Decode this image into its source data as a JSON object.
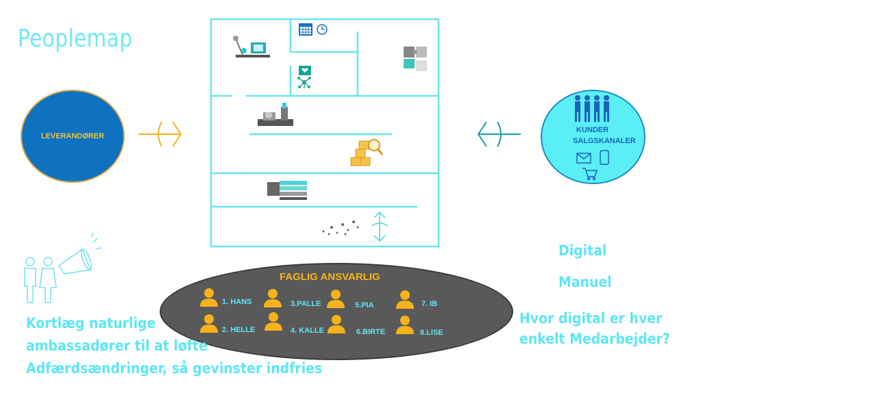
{
  "title": "Peoplemap",
  "suppliers": {
    "label": "LEVERANDØRER"
  },
  "customers": {
    "line1": "KUNDER",
    "line2": "SALGSKANALER"
  },
  "responsible": {
    "title": "FAGLIG ANSVARLIG",
    "people": [
      {
        "label": "1. HANS"
      },
      {
        "label": "3.PALLE"
      },
      {
        "label": "5.PIA"
      },
      {
        "label": "7. IB"
      },
      {
        "label": "2. HELLE"
      },
      {
        "label": "4. KALLE"
      },
      {
        "label": "6.BIRTE"
      },
      {
        "label": "8.LISE"
      }
    ]
  },
  "ambassadors_text": [
    "Kortlæg naturlige",
    "ambassadører til at løfte",
    "Adfærdsændringer, så gevinster indfries"
  ],
  "digital_label": "Digital",
  "manual_label": "Manuel",
  "question_text": [
    "Hvor digital er hver",
    "enkelt Medarbejder?"
  ],
  "colors": {
    "accent_cyan": "#5ee6f5",
    "supplier_blue": "#0f72c0",
    "gold": "#f4c430",
    "ellipse_gray": "#595959",
    "teal_arrow": "#1a9aa8"
  }
}
